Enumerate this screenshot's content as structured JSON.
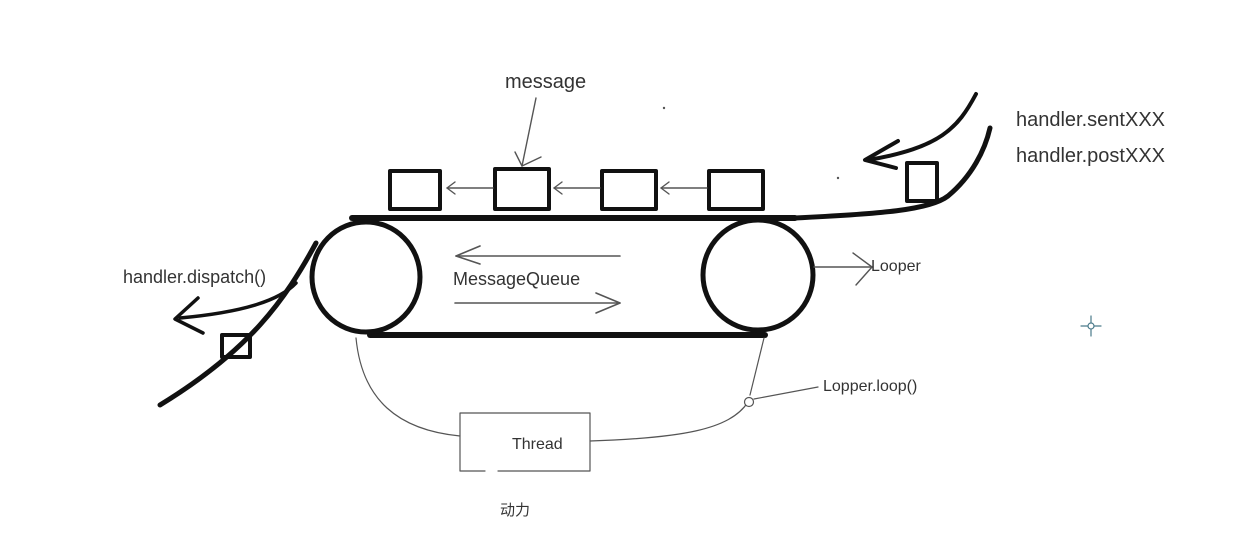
{
  "labels": {
    "message": "message",
    "handler_send": "handler.sentXXX",
    "handler_post": "handler.postXXX",
    "handler_dispatch": "handler.dispatch()",
    "message_queue": "MessageQueue",
    "looper": "Looper",
    "looper_loop": "Lopper.loop()",
    "thread": "Thread",
    "power": "动力"
  },
  "colors": {
    "ink": "#111111",
    "thin_ink": "#555555",
    "text": "#333333",
    "cursor": "#4a7a8a"
  }
}
